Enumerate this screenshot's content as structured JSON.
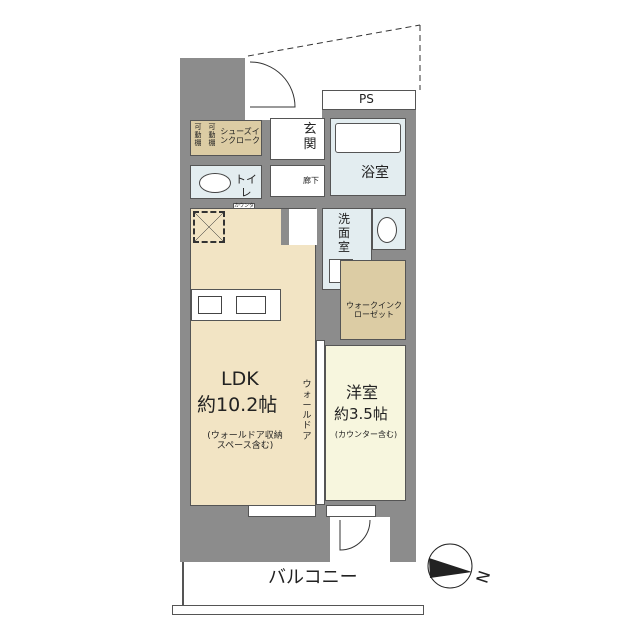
{
  "rooms": {
    "ps": "PS",
    "shoe_shelf_1": "可動棚",
    "shoe_shelf_2": "可動棚",
    "shoe_closet": "シューズインクローク",
    "genkan": "玄関",
    "bath": "浴室",
    "toilet": "トイレ",
    "corridor": "廊下",
    "counter": "カウンター",
    "washroom": "洗面室",
    "wic": "ウォークインクローゼット",
    "ldk_name": "LDK",
    "ldk_size": "約10.2帖",
    "ldk_note": "(ウォールドア収納スペース含む)",
    "wall_door": "ウォールドア",
    "western_name": "洋室",
    "western_size": "約3.5帖",
    "western_note": "(カウンター含む)",
    "balcony": "バルコニー"
  },
  "compass": {
    "label": "N"
  },
  "colors": {
    "wall": "#8c8c8c",
    "ldk": "#f2e4c4",
    "wet": "#e3edf0",
    "closet": "#dccca4",
    "western": "#f7f6de"
  }
}
